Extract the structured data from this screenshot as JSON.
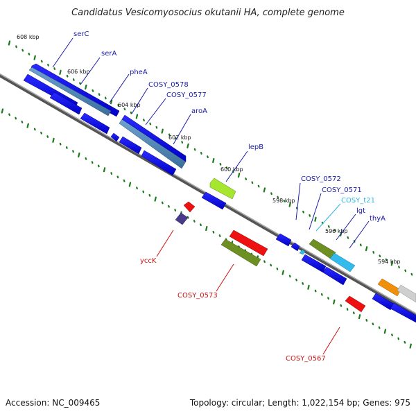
{
  "header": {
    "title": "Candidatus Vesicomyosocius okutanii HA, complete genome"
  },
  "footer": {
    "accession": "Accession: NC_009465",
    "summary": "Topology: circular; Length: 1,022,154 bp; Genes: 975"
  },
  "ticks": [
    "608 kbp",
    "606 kbp",
    "604 kbp",
    "602 kbp",
    "600 kbp",
    "598 kbp",
    "596 kbp",
    "594 kbp"
  ],
  "genes": {
    "serC": "serC",
    "serA": "serA",
    "pheA": "pheA",
    "cosy0578": "COSY_0578",
    "cosy0577": "COSY_0577",
    "aroA": "aroA",
    "lepB": "lepB",
    "cosy0572": "COSY_0572",
    "cosy0571": "COSY_0571",
    "cosyT21": "COSY_t21",
    "lgt": "lgt",
    "thyA": "thyA",
    "yccK": "yccK",
    "cosy0573": "COSY_0573",
    "cosy0567": "COSY_0567"
  },
  "colors": {
    "cds": "#0a0af0",
    "rrna_blue": "#4a82b6",
    "green": "#6e8f22",
    "lime": "#a6e62e",
    "cyan": "#33bbee",
    "red": "#ee1111",
    "orange": "#f0900a",
    "grey": "#c8c8c8",
    "purple": "#4a3a8c",
    "tick": "#1a6e1a",
    "backbone": "#777777"
  }
}
